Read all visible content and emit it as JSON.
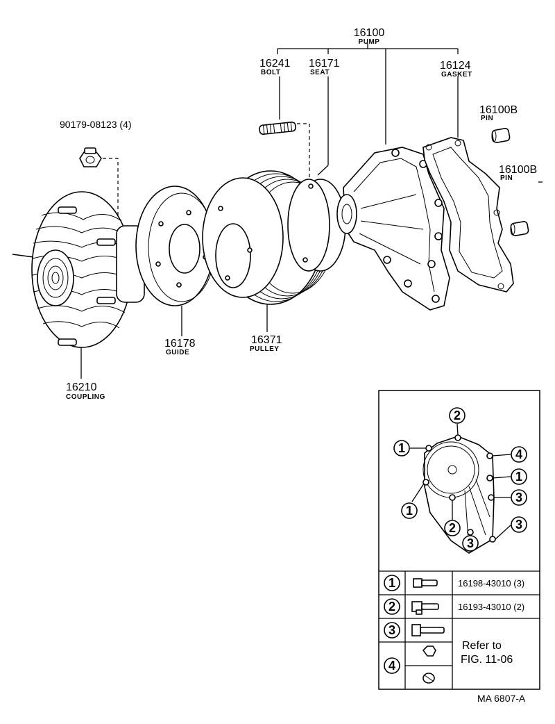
{
  "labels": {
    "pump": {
      "number": "16100",
      "name": "PUMP"
    },
    "bolt": {
      "number": "16241",
      "name": "BOLT"
    },
    "seat": {
      "number": "16171",
      "name": "SEAT"
    },
    "gasket": {
      "number": "16124",
      "name": "GASKET"
    },
    "pin1": {
      "number": "16100B",
      "name": "PIN"
    },
    "pin2": {
      "number": "16100B",
      "name": "PIN"
    },
    "nut": {
      "number": "90179-08123 (4)"
    },
    "guide": {
      "number": "16178",
      "name": "GUIDE"
    },
    "pulley": {
      "number": "16371",
      "name": "PULLEY"
    },
    "coupling": {
      "number": "16210",
      "name": "COUPLING"
    }
  },
  "inset_callouts": {
    "c_top_2": "2",
    "c_left_1": "1",
    "c_right_4": "4",
    "c_right_1": "1",
    "c_right_3a": "3",
    "c_left_1b": "1",
    "c_bottom_2": "2",
    "c_bottom_3": "3",
    "c_right_3b": "3"
  },
  "legend": [
    {
      "key": "1",
      "part": "16198-43010 (3)"
    },
    {
      "key": "2",
      "part": "16193-43010 (2)"
    },
    {
      "key": "3",
      "part": ""
    },
    {
      "key": "4",
      "part": ""
    }
  ],
  "legend_refer": {
    "line1": "Refer to",
    "line2": "FIG. 11-06"
  },
  "figure_code": "MA  6807-A"
}
